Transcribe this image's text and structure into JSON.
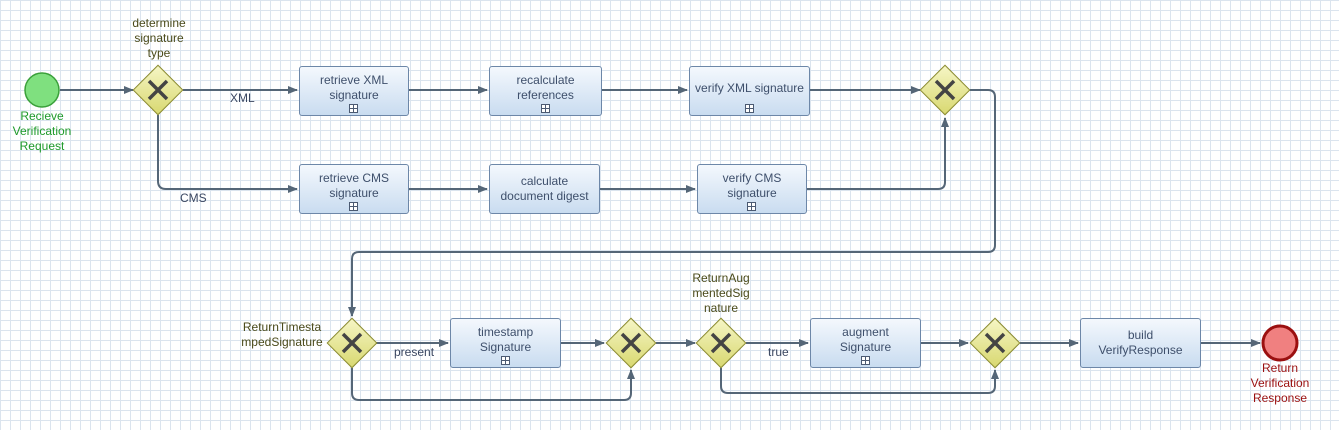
{
  "events": {
    "start": "Recieve Verification Request",
    "end": "Return Verification Response"
  },
  "gateways": {
    "determine_type": "determine signature type",
    "return_timestamped": "ReturnTimestampedSignature",
    "return_augmented": "ReturnAugmentedSignature"
  },
  "tasks": {
    "retrieve_xml": "retrieve XML signature",
    "recalculate": "recalculate references",
    "verify_xml": "verify XML signature",
    "retrieve_cms": "retrieve CMS signature",
    "calc_digest": "calculate document digest",
    "verify_cms": "verify CMS signature",
    "timestamp": "timestamp Signature",
    "augment": "augment Signature",
    "build_response": "build VerifyResponse"
  },
  "flows": {
    "xml": "XML",
    "cms": "CMS",
    "present": "present",
    "true": "true"
  },
  "colors": {
    "start_fill": "#7fe07f",
    "end_fill": "#f08080",
    "gateway_fill": "#e8e890",
    "task_border": "#6d87a8",
    "edge": "#556677"
  }
}
